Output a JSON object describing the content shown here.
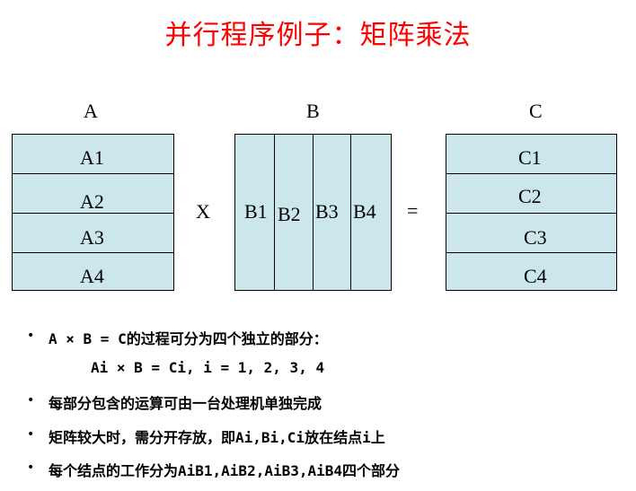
{
  "title": "并行程序例子：矩阵乘法",
  "diagram": {
    "matrix_a": {
      "label": "A",
      "rows": [
        "A1",
        "A2",
        "A3",
        "A4"
      ]
    },
    "multiply_symbol": "X",
    "matrix_b": {
      "label": "B",
      "cols": [
        "B1",
        "B2",
        "B3",
        "B4"
      ]
    },
    "equals_symbol": "=",
    "matrix_c": {
      "label": "C",
      "rows": [
        "C1",
        "C2",
        "C3",
        "C4"
      ]
    },
    "fill_color": "#cce7eb"
  },
  "bullets": [
    {
      "marker": "•",
      "text": "A × B = C的过程可分为四个独立的部分："
    },
    {
      "marker": "",
      "text": "Ai × B = Ci, i = 1, 2, 3, 4"
    },
    {
      "marker": "•",
      "text": "每部分包含的运算可由一台处理机单独完成"
    },
    {
      "marker": "•",
      "text": "矩阵较大时，需分开存放，即Ai,Bi,Ci放在结点i上"
    },
    {
      "marker": "•",
      "text": "每个结点的工作分为AiB1,AiB2,AiB3,AiB4四个部分"
    }
  ]
}
